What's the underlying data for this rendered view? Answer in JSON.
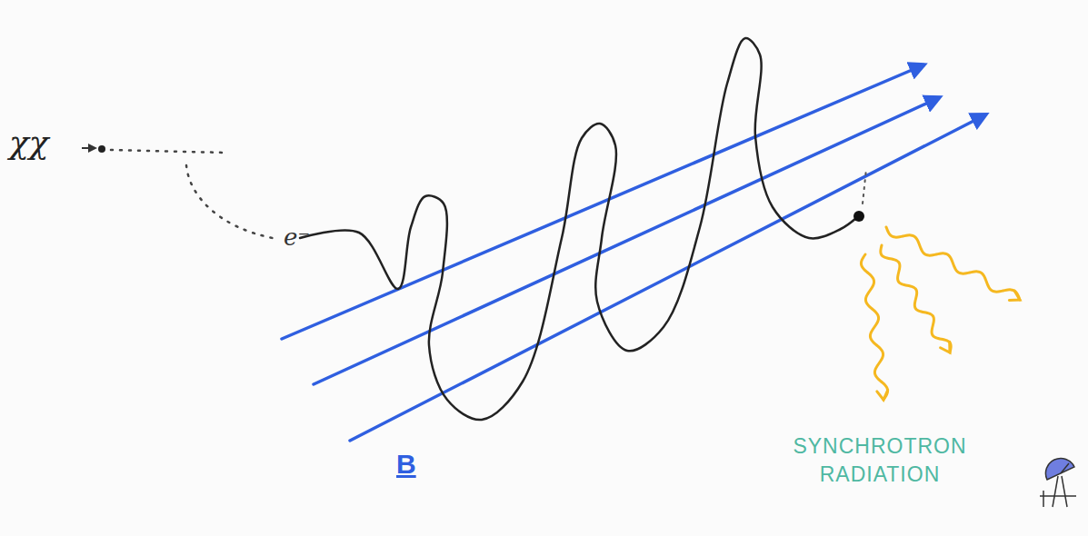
{
  "diagram": {
    "labels": [
      "χχ",
      "e⁻",
      "B",
      "SYNCHROTRON RADIATION"
    ]
  }
}
